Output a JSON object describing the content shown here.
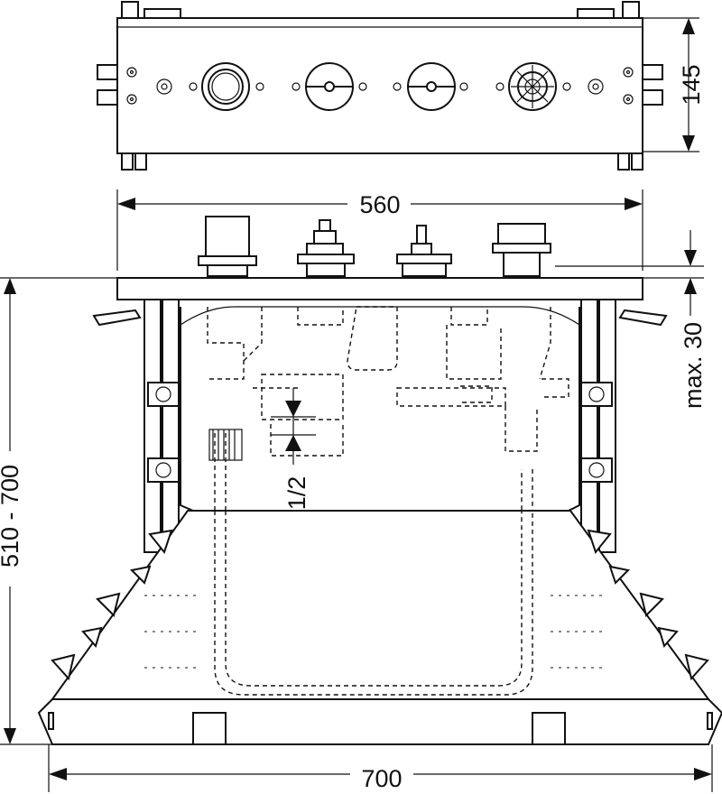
{
  "dimensions": {
    "top_height": "145",
    "valve_span": "560",
    "max_protrusion": "max. 30",
    "body_height": "510 - 700",
    "base_width": "700",
    "thread": "R 1/2"
  }
}
